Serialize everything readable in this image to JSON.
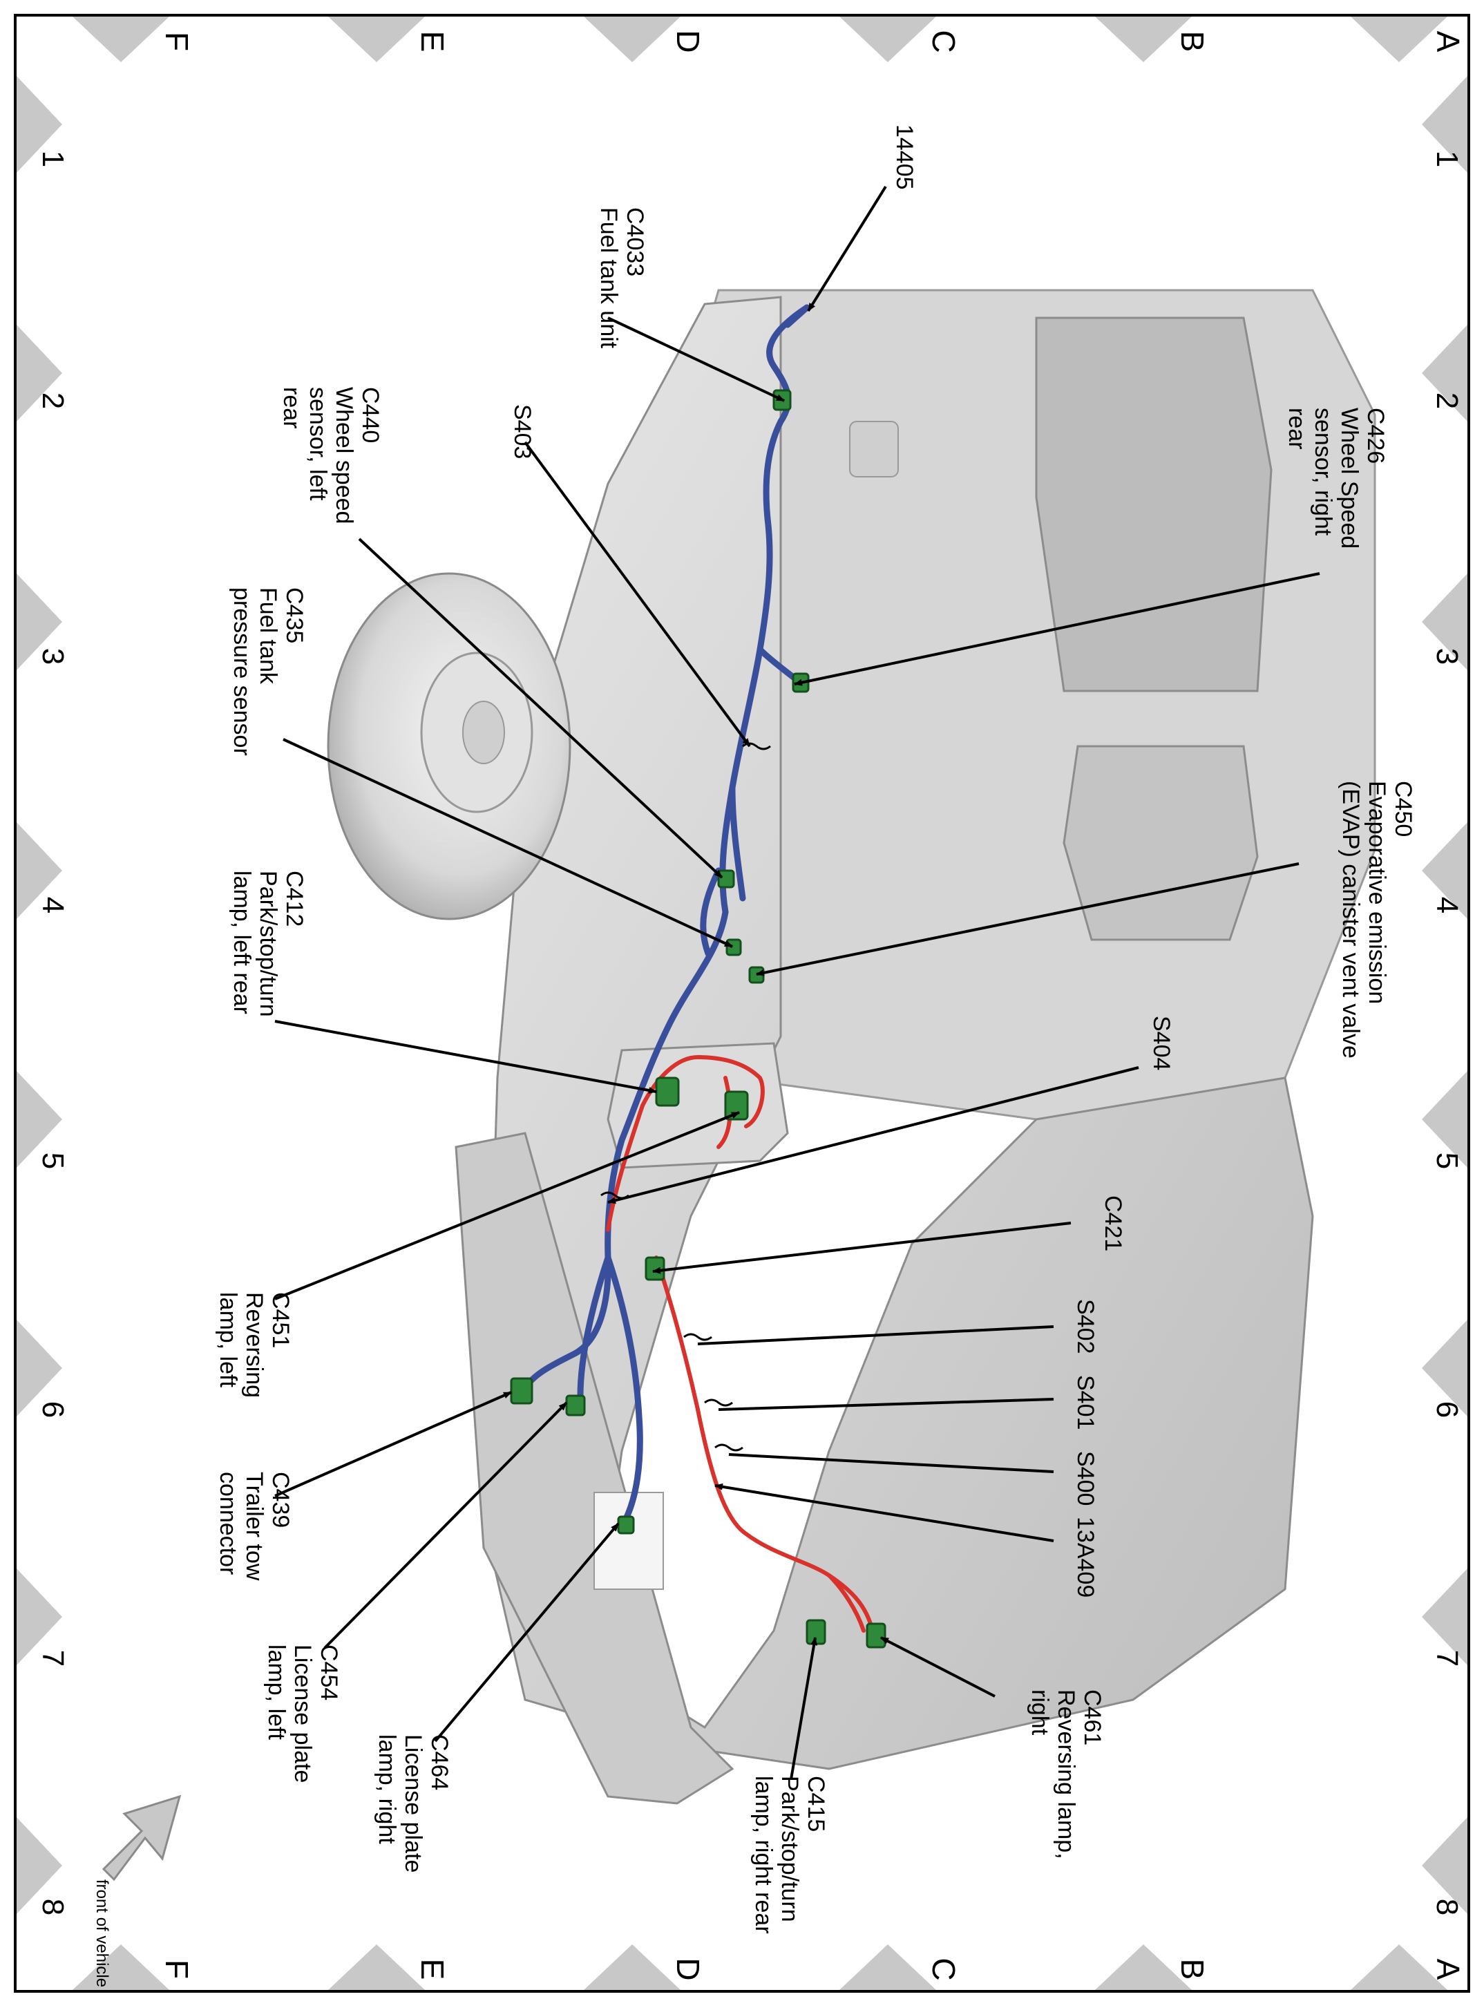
{
  "grid": {
    "numbers": [
      "1",
      "2",
      "3",
      "4",
      "5",
      "6",
      "7",
      "8"
    ],
    "letters": [
      "A",
      "B",
      "C",
      "D",
      "E",
      "F"
    ]
  },
  "orientation_note": "front of vehicle",
  "callouts": [
    {
      "id": "14405",
      "lines": [
        "14405"
      ]
    },
    {
      "id": "C4033",
      "lines": [
        "C4033",
        "Fuel tank unit"
      ]
    },
    {
      "id": "S403",
      "lines": [
        "S403"
      ]
    },
    {
      "id": "C440",
      "lines": [
        "C440",
        "Wheel speed",
        "sensor, left",
        "rear"
      ]
    },
    {
      "id": "C435",
      "lines": [
        "C435",
        "Fuel tank",
        "pressure sensor"
      ]
    },
    {
      "id": "C412",
      "lines": [
        "C412",
        "Park/stop/turn",
        "lamp, left rear"
      ]
    },
    {
      "id": "C451",
      "lines": [
        "C451",
        "Reversing",
        "lamp, left"
      ]
    },
    {
      "id": "C439",
      "lines": [
        "C439",
        "Trailer tow",
        "connector"
      ]
    },
    {
      "id": "C454",
      "lines": [
        "C454",
        "License plate",
        "lamp, left"
      ]
    },
    {
      "id": "C464",
      "lines": [
        "C464",
        "License plate",
        "lamp, right"
      ]
    },
    {
      "id": "C426",
      "lines": [
        "C426",
        "Wheel Speed",
        "sensor, right",
        "rear"
      ]
    },
    {
      "id": "C450",
      "lines": [
        "C450",
        "Evaporative emission",
        "(EVAP) canister vent valve"
      ]
    },
    {
      "id": "S404",
      "lines": [
        "S404"
      ]
    },
    {
      "id": "C421",
      "lines": [
        "C421"
      ]
    },
    {
      "id": "S402",
      "lines": [
        "S402"
      ]
    },
    {
      "id": "S401",
      "lines": [
        "S401"
      ]
    },
    {
      "id": "S400",
      "lines": [
        "S400"
      ]
    },
    {
      "id": "13A409",
      "lines": [
        "13A409"
      ]
    },
    {
      "id": "C461",
      "lines": [
        "C461",
        "Reversing lamp,",
        "right"
      ]
    },
    {
      "id": "C415",
      "lines": [
        "C415",
        "Park/stop/turn",
        "lamp, right rear"
      ]
    }
  ],
  "colors": {
    "harness_blue": "#3a4f9c",
    "harness_red": "#d9312b",
    "connector_green": "#2e8a3a",
    "body_gray": "#d2d2d2",
    "grid_marker": "#c8c8c8"
  }
}
